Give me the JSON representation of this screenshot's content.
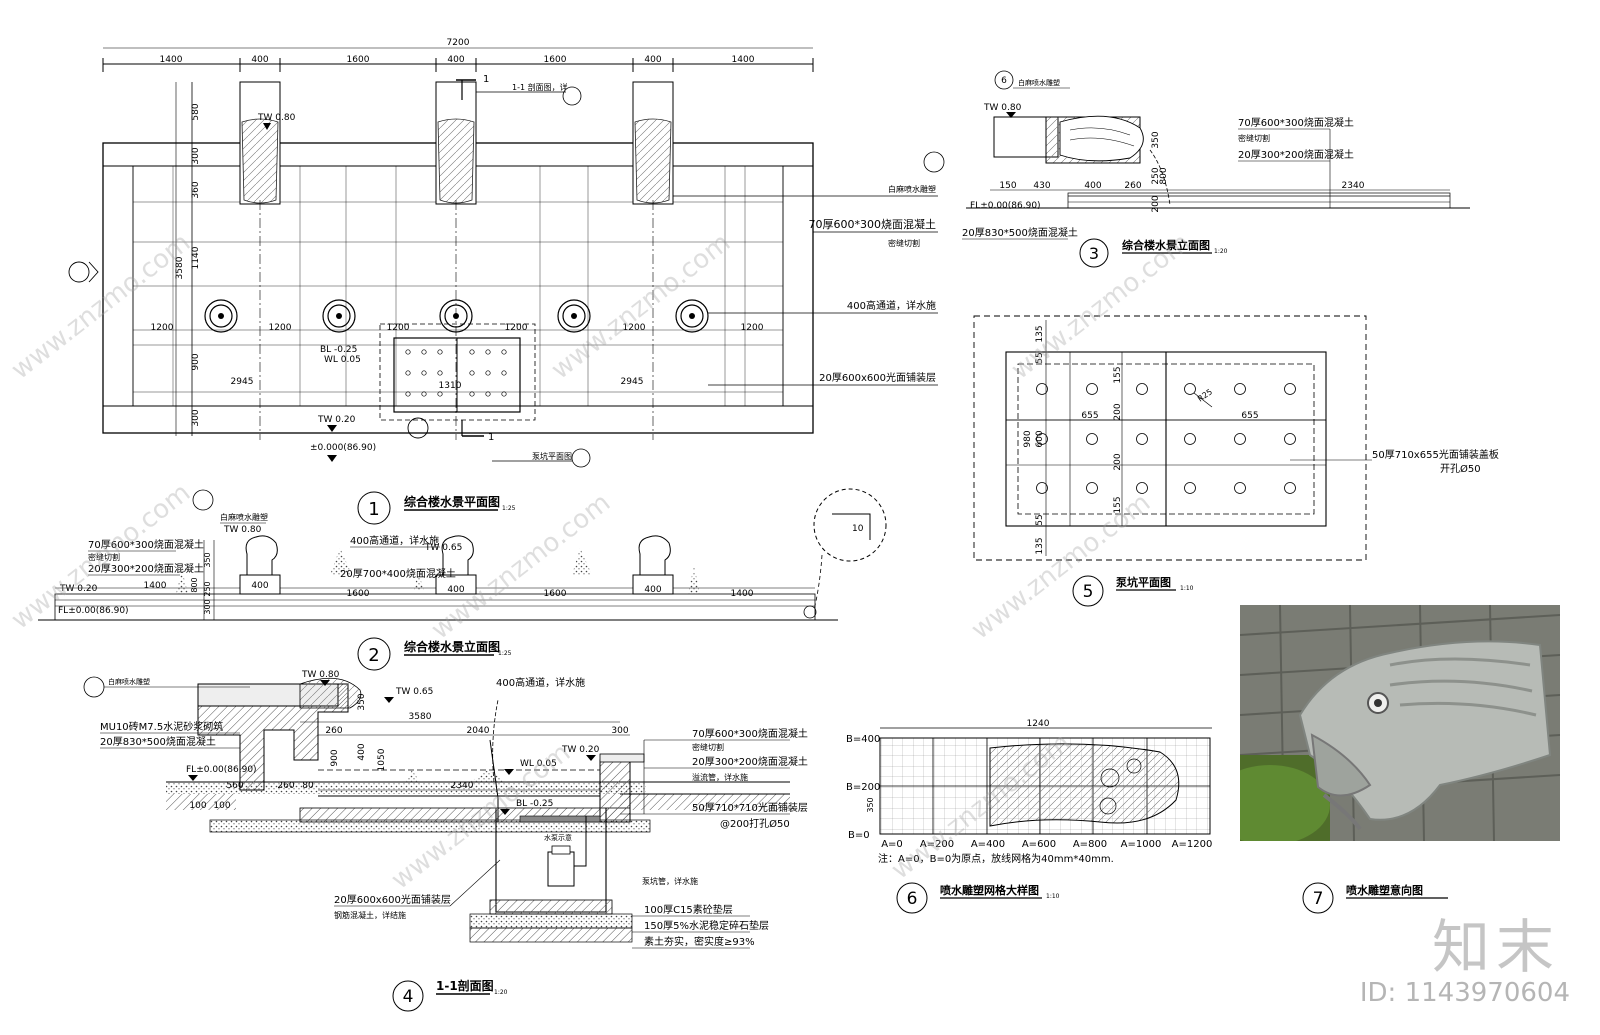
{
  "view1": {
    "title": "综合楼水景平面图",
    "scale": "1:25",
    "number": "1",
    "dims_top": [
      "1400",
      "400",
      "1600",
      "400",
      "1600",
      "400",
      "1400"
    ],
    "dim_total": "7200",
    "dims_left": [
      "580",
      "300",
      "360",
      "1140",
      "900",
      "300"
    ],
    "dim_left_total": "3580",
    "spacing": [
      "1200",
      "1200",
      "1200",
      "1200",
      "1200",
      "1200"
    ],
    "side_widths": [
      "2945",
      "2945"
    ],
    "pit_width": "1310",
    "tw_top": "TW 0.80",
    "bl": "BL -0.25",
    "wl": "WL 0.05",
    "tw_low": "TW 0.20",
    "level": "±0.000(86.90)",
    "section_mark": "1",
    "section_note": "1-1 剖面图，详",
    "notes": [
      "白麻喷水雕塑",
      "70厚600*300烧面混凝土",
      "密缝切割",
      "400高通道，详水施",
      "20厚600x600光面铺装层"
    ],
    "pit_ref": "泵坑平面图"
  },
  "view2": {
    "title": "综合楼水景立面图",
    "scale": "1:25",
    "number": "2",
    "notes": [
      "白麻喷水雕塑",
      "70厚600*300烧面混凝土",
      "密缝切割",
      "20厚300*200烧面混凝土",
      "400高通道，详水施",
      "20厚700*400烧面混凝土"
    ],
    "tw": "TW 0.80",
    "tw2": "TW 0.65",
    "tw_low": "TW 0.20",
    "fl": "FL±0.00(86.90)",
    "dims": [
      "1400",
      "400",
      "1600",
      "400",
      "1600",
      "400",
      "1400"
    ],
    "heights": [
      "350",
      "800",
      "250",
      "300"
    ],
    "detail_dim": "10"
  },
  "view3": {
    "title": "综合楼水景立面图",
    "scale": "1:20",
    "number": "3",
    "ref": "6",
    "label": "白麻喷水雕塑",
    "tw": "TW 0.80",
    "notes": [
      "70厚600*300烧面混凝土",
      "密缝切割",
      "20厚300*200烧面混凝土"
    ],
    "fl": "FL±0.00(86.90)",
    "bottom_note": "20厚830*500烧面混凝土",
    "dims": [
      "150",
      "430",
      "400",
      "260",
      "2340"
    ],
    "heights": [
      "350",
      "800",
      "250",
      "200"
    ]
  },
  "view4": {
    "title": "1-1剖面图",
    "scale": "1:20",
    "number": "4",
    "label_top": "白麻喷水雕塑",
    "tw": "TW 0.80",
    "tw2": "TW 0.65",
    "tw3": "TW 0.20",
    "wl": "WL 0.05",
    "bl": "BL -0.25",
    "fl": "FL±0.00(86.90)",
    "left_notes": [
      "MU10砖M7.5水泥砂浆砌筑",
      "20厚830*500烧面混凝土"
    ],
    "right_notes": [
      "70厚600*300烧面混凝土",
      "密缝切割",
      "20厚300*200烧面混凝土",
      "溢流管，详水施",
      "50厚710*710光面铺装层",
      "@200打孔Ø50"
    ],
    "bottom_notes": [
      "100厚C15素砼垫层",
      "150厚5%水泥稳定碎石垫层",
      "素土夯实，密实度≥93%"
    ],
    "mid_notes": [
      "20厚600x600光面铺装层",
      "钢筋混凝土，详结施",
      "泵坑管，详水施",
      "水泵示意"
    ],
    "dims": [
      "3580",
      "2040",
      "300",
      "260",
      "2340",
      "560",
      "260",
      "80",
      "100",
      "100"
    ],
    "heights": [
      "350",
      "900",
      "400",
      "1050"
    ],
    "jet": "400高通道，详水施"
  },
  "view5": {
    "title": "泵坑平面图",
    "scale": "1:10",
    "number": "5",
    "dims_h": [
      "655",
      "655"
    ],
    "dims_v": [
      "135",
      "55",
      "155",
      "200",
      "980",
      "600",
      "200",
      "155",
      "55",
      "135"
    ],
    "radius": "R25",
    "note": "50厚710x655光面铺装盖板",
    "note2": "开孔Ø50"
  },
  "view6": {
    "title": "喷水雕塑网格大样图",
    "scale": "1:10",
    "number": "6",
    "width": "1240",
    "b_labels": [
      "B=400",
      "B=200",
      "B=0"
    ],
    "a_labels": [
      "A=0",
      "A=200",
      "A=400",
      "A=600",
      "A=800",
      "A=1000",
      "A=1200"
    ],
    "height_dim": "350",
    "note": "注：A=0，B=0为原点，放线网格为40mm*40mm."
  },
  "view7": {
    "title": "喷水雕塑意向图",
    "number": "7"
  },
  "watermark": {
    "brand": "知末",
    "id": "ID: 1143970604",
    "site": "www.znzmo.com"
  },
  "colors": {
    "line": "#000000",
    "paper": "#ffffff",
    "watermark": "#b4b4b4",
    "hatch": "#555555"
  }
}
